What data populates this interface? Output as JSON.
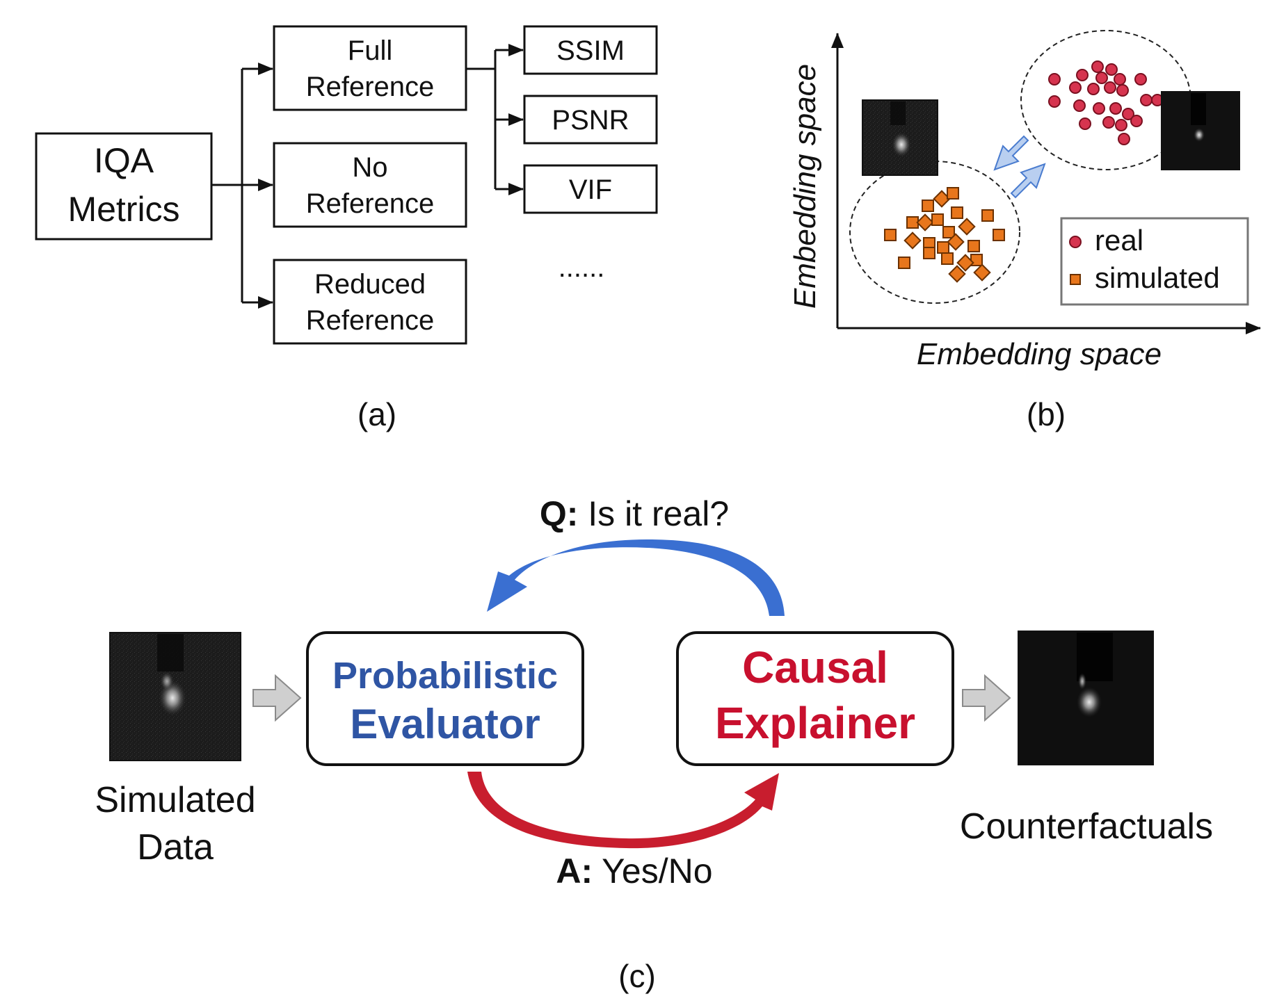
{
  "panel_a": {
    "root": [
      "IQA",
      "Metrics"
    ],
    "categories": [
      [
        "Full",
        "Reference"
      ],
      [
        "No",
        "Reference"
      ],
      [
        "Reduced",
        "Reference"
      ]
    ],
    "metrics": [
      "SSIM",
      "PSNR",
      "VIF"
    ],
    "ellipsis": "......",
    "caption": "(a)"
  },
  "panel_b": {
    "ylabel": "Embedding space",
    "xlabel": "Embedding space",
    "legend": {
      "real": "real",
      "simulated": "simulated"
    },
    "caption": "(b)",
    "colors": {
      "real": "#d6344f",
      "simulated": "#e8761c",
      "arrow": "#7aa6e0"
    }
  },
  "panel_c": {
    "question_prefix": "Q:",
    "question": " Is it real?",
    "answer_prefix": "A:",
    "answer": " Yes/No",
    "evaluator": [
      "Probabilistic",
      "Evaluator"
    ],
    "explainer": [
      "Causal",
      "Explainer"
    ],
    "input_label": [
      "Simulated",
      "Data"
    ],
    "output_label": "Counterfactuals",
    "caption": "(c)",
    "colors": {
      "evaluator": "#2f55a4",
      "explainer": "#c8102e",
      "blue_arrow": "#3a6fd1",
      "red_arrow": "#c81d2e",
      "grey_arrow": "#c9c9c9"
    }
  }
}
